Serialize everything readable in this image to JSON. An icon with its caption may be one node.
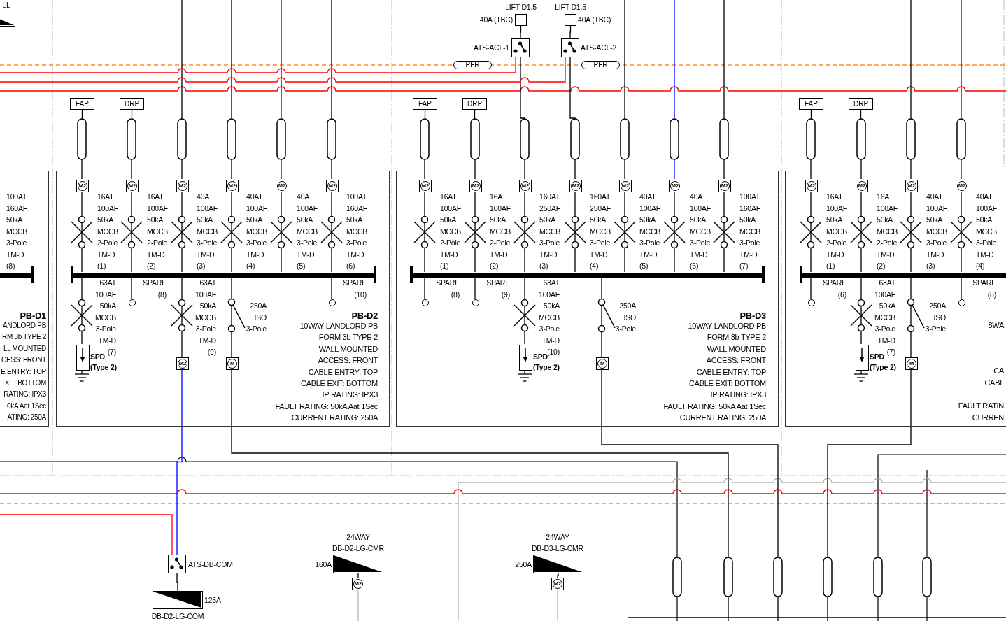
{
  "diagram": {
    "nodes": [
      {
        "text": [
          "PB-D1",
          "ANDLORD PB",
          "RM 3b TYPE 2",
          "LL MOUNTED",
          "CESS: FRONT",
          "E ENTRY: TOP",
          "XIT: BOTTOM",
          "RATING: IPX3",
          "0kA Aat 1Sec",
          "ATING: 250A"
        ]
      },
      {
        "text": [],
        "shape": "bar",
        "in": 0
      },
      {
        "text": [
          "PB-D2",
          "10WAY LANDLORD PB",
          "FORM 3b TYPE 2",
          "WALL MOUNTED",
          "ACCESS: FRONT",
          "CABLE ENTRY: TOP",
          "CABLE EXIT: BOTTOM",
          "IP RATING: IPX3",
          "FAULT RATING: 50kA Aat 1Sec",
          "CURRENT RATING: 250A"
        ]
      },
      {
        "text": [],
        "shape": "bar",
        "in": 2
      },
      {
        "text": [
          "M2"
        ],
        "in": 2
      },
      {
        "text": [
          "M2"
        ],
        "in": 2
      },
      {
        "text": [
          "M2"
        ],
        "in": 2
      },
      {
        "text": [
          "M2"
        ],
        "in": 2
      },
      {
        "text": [
          "M2"
        ],
        "in": 2
      },
      {
        "text": [
          "M2"
        ],
        "in": 2
      },
      {
        "text": [],
        "shape": "box",
        "beside": [
          "SPD (Type 2)"
        ],
        "in": 2
      },
      {
        "text": [
          "M2"
        ],
        "in": 2
      },
      {
        "text": [
          "M"
        ],
        "in": 2
      },
      {
        "text": [
          "PB-D3",
          "10WAY LANDLORD PB",
          "FORM 3b TYPE 2",
          "WALL MOUNTED",
          "ACCESS: FRONT",
          "CABLE ENTRY: TOP",
          "CABLE EXIT: BOTTOM",
          "IP RATING: IPX3",
          "FAULT RATING: 50kA Aat 1Sec",
          "CURRENT RATING: 250A"
        ]
      },
      {
        "text": [],
        "shape": "bar",
        "in": 13
      },
      {
        "text": [
          "M2"
        ],
        "in": 13
      },
      {
        "text": [
          "M2"
        ],
        "in": 13
      },
      {
        "text": [
          "M2"
        ],
        "in": 13
      },
      {
        "text": [
          "M2"
        ],
        "in": 13
      },
      {
        "text": [
          "M2"
        ],
        "in": 13
      },
      {
        "text": [
          "M2"
        ],
        "in": 13
      },
      {
        "text": [
          "M2"
        ],
        "in": 13
      },
      {
        "text": [],
        "shape": "box",
        "beside": [
          "SPD (Type 2)"
        ],
        "in": 13
      },
      {
        "text": [
          "M"
        ],
        "in": 13
      },
      {
        "text": [
          "8WA",
          "CA",
          "CABL",
          "FAULT RATIN",
          "CURREN"
        ]
      },
      {
        "text": [],
        "shape": "bar",
        "in": 24
      },
      {
        "text": [
          "M2"
        ],
        "in": 24
      },
      {
        "text": [
          "M2"
        ],
        "in": 24
      },
      {
        "text": [
          "M2"
        ],
        "in": 24
      },
      {
        "text": [
          "M2"
        ],
        "in": 24
      },
      {
        "text": [],
        "shape": "box",
        "beside": [
          "SPD (Type 2)"
        ],
        "in": 24
      },
      {
        "text": [
          "M"
        ],
        "in": 24
      },
      {
        "text": [
          "FAP"
        ]
      },
      {
        "text": [
          "DRP"
        ]
      },
      {
        "text": [
          "FAP"
        ]
      },
      {
        "text": [
          "DRP"
        ]
      },
      {
        "text": [
          "FAP"
        ]
      },
      {
        "text": [
          "DRP"
        ]
      },
      {
        "text": [
          "PFR"
        ]
      },
      {
        "text": [
          "PFR"
        ]
      },
      {
        "text": [],
        "shape": "box",
        "beside": [
          "LIFT D1.5",
          "40A (TBC)"
        ]
      },
      {
        "text": [],
        "shape": "box",
        "beside": [
          "LIFT D1.5",
          "40A (TBC)"
        ]
      },
      {
        "text": [],
        "shape": "box",
        "beside": [
          "ATS-ACL-1"
        ]
      },
      {
        "text": [],
        "shape": "box",
        "beside": [
          "ATS-ACL-2"
        ]
      },
      {
        "text": [],
        "shape": "box",
        "beside": [
          "ATS-DB-COM"
        ]
      },
      {
        "text": [],
        "shape": "box",
        "beside": [
          "125A",
          "DB-D2-LG-COM"
        ]
      },
      {
        "text": [],
        "shape": "box",
        "beside": [
          "24WAY",
          "DB-D2-LG-CMR",
          "160A"
        ]
      },
      {
        "text": [
          "M2"
        ]
      },
      {
        "text": [],
        "shape": "box",
        "beside": [
          "24WAY",
          "DB-D3-LG-CMR",
          "250A"
        ]
      },
      {
        "text": [
          "M2"
        ]
      },
      {
        "text": [],
        "shape": "box",
        "beside": [
          "-LL"
        ]
      },
      {
        "text": [],
        "shape": "circle",
        "in": 2
      },
      {
        "text": [],
        "shape": "circle",
        "in": 2
      },
      {
        "text": [],
        "shape": "circle",
        "in": 13
      },
      {
        "text": [],
        "shape": "circle",
        "in": 13
      },
      {
        "text": [],
        "shape": "circle",
        "in": 24
      },
      {
        "text": [],
        "shape": "circle",
        "in": 24
      }
    ],
    "edges": [
      {
        "from": 32,
        "to": 4,
        "arrow": "none"
      },
      {
        "from": 33,
        "to": 5,
        "arrow": "none"
      },
      {
        "from": null,
        "to": 6,
        "arrow": "none"
      },
      {
        "from": null,
        "to": 7,
        "arrow": "none"
      },
      {
        "from": null,
        "to": 8,
        "arrow": "none",
        "color": "#0000ff"
      },
      {
        "from": null,
        "to": 9,
        "arrow": "none"
      },
      {
        "from": 4,
        "to": 3,
        "arrow": "none"
      },
      {
        "from": 5,
        "to": 3,
        "arrow": "none"
      },
      {
        "from": 6,
        "to": 3,
        "arrow": "none"
      },
      {
        "from": 7,
        "to": 3,
        "arrow": "none"
      },
      {
        "from": 8,
        "to": 3,
        "arrow": "none"
      },
      {
        "from": 9,
        "to": 3,
        "arrow": "none"
      },
      {
        "from": 3,
        "to": 10,
        "arrow": "none"
      },
      {
        "from": 3,
        "to": 51,
        "arrow": "none"
      },
      {
        "from": 3,
        "to": 11,
        "arrow": "none"
      },
      {
        "from": 3,
        "to": 12,
        "arrow": "none"
      },
      {
        "from": 3,
        "to": 52,
        "arrow": "none"
      },
      {
        "from": 11,
        "to": 44,
        "arrow": "none",
        "color": "#0000ff"
      },
      {
        "from": 12,
        "to": null,
        "arrow": "none"
      },
      {
        "from": 34,
        "to": 15,
        "arrow": "none"
      },
      {
        "from": 35,
        "to": 16,
        "arrow": "none"
      },
      {
        "from": 42,
        "to": 17,
        "arrow": "none"
      },
      {
        "from": 43,
        "to": 18,
        "arrow": "none"
      },
      {
        "from": null,
        "to": 19,
        "arrow": "none"
      },
      {
        "from": null,
        "to": 20,
        "arrow": "none",
        "color": "#0000ff"
      },
      {
        "from": null,
        "to": 21,
        "arrow": "none"
      },
      {
        "from": 15,
        "to": 14,
        "arrow": "none"
      },
      {
        "from": 16,
        "to": 14,
        "arrow": "none"
      },
      {
        "from": 17,
        "to": 14,
        "arrow": "none"
      },
      {
        "from": 18,
        "to": 14,
        "arrow": "none"
      },
      {
        "from": 19,
        "to": 14,
        "arrow": "none"
      },
      {
        "from": 20,
        "to": 14,
        "arrow": "none"
      },
      {
        "from": 21,
        "to": 14,
        "arrow": "none"
      },
      {
        "from": 14,
        "to": 53,
        "arrow": "none"
      },
      {
        "from": 14,
        "to": 54,
        "arrow": "none"
      },
      {
        "from": 14,
        "to": 22,
        "arrow": "none"
      },
      {
        "from": 14,
        "to": 23,
        "arrow": "none"
      },
      {
        "from": 23,
        "to": null,
        "arrow": "none"
      },
      {
        "from": 36,
        "to": 26,
        "arrow": "none"
      },
      {
        "from": 37,
        "to": 27,
        "arrow": "none"
      },
      {
        "from": null,
        "to": 28,
        "arrow": "none"
      },
      {
        "from": null,
        "to": 29,
        "arrow": "none",
        "color": "#0000ff"
      },
      {
        "from": 26,
        "to": 25,
        "arrow": "none"
      },
      {
        "from": 27,
        "to": 25,
        "arrow": "none"
      },
      {
        "from": 28,
        "to": 25,
        "arrow": "none"
      },
      {
        "from": 29,
        "to": 25,
        "arrow": "none"
      },
      {
        "from": 25,
        "to": 55,
        "arrow": "none"
      },
      {
        "from": 25,
        "to": 30,
        "arrow": "none"
      },
      {
        "from": 25,
        "to": 31,
        "arrow": "none"
      },
      {
        "from": 25,
        "to": 56,
        "arrow": "none"
      },
      {
        "from": 31,
        "to": null,
        "arrow": "none"
      },
      {
        "from": null,
        "to": 42,
        "arrow": "none",
        "color": "#ff0000"
      },
      {
        "from": null,
        "to": 43,
        "arrow": "none",
        "color": "#ff0000"
      },
      {
        "from": 42,
        "to": 40,
        "arrow": "none"
      },
      {
        "from": 43,
        "to": 41,
        "arrow": "none"
      },
      {
        "from": null,
        "to": 44,
        "arrow": "none",
        "color": "#ff0000"
      },
      {
        "from": 44,
        "to": 45,
        "arrow": "none"
      },
      {
        "from": 46,
        "to": 47,
        "arrow": "none"
      },
      {
        "from": 47,
        "to": null,
        "arrow": "none",
        "color": "#b4b4b4"
      },
      {
        "from": 48,
        "to": 49,
        "arrow": "none"
      },
      {
        "from": 49,
        "to": null,
        "arrow": "none",
        "color": "#b4b4b4"
      }
    ],
    "labels": [
      "100AT 160AF 50kA MCCB 3-Pole TM-D (8)",
      "16AT 100AF 50kA MCCB 2-Pole TM-D (1)",
      "16AT 100AF 50kA MCCB 2-Pole TM-D (2)",
      "40AT 100AF 50kA MCCB 3-Pole TM-D (3)",
      "40AT 100AF 50kA MCCB 3-Pole TM-D (4)",
      "40AT 100AF 50kA MCCB 3-Pole TM-D (5)",
      "100AT 160AF 50kA MCCB 3-Pole TM-D (6)",
      "16AT 100AF 50kA MCCB 2-Pole TM-D (1)",
      "16AT 100AF 50kA MCCB 2-Pole TM-D (2)",
      "160AT 250AF 50kA MCCB 3-Pole TM-D (3)",
      "160AT 250AF 50kA MCCB 3-Pole TM-D (4)",
      "40AT 100AF 50kA MCCB 3-Pole TM-D (5)",
      "40AT 100AF 50kA MCCB 3-Pole TM-D (6)",
      "100AT 160AF 50kA MCCB 3-Pole TM-D (7)",
      "16AT 100AF 50kA MCCB 2-Pole TM-D (1)",
      "16AT 100AF 50kA MCCB 2-Pole TM-D (2)",
      "40AT 100AF 50kA MCCB 3-Pole TM-D (3)",
      "40AT 100AF 50kA MCCB 3-Pole TM-D (4)",
      "63AT 100AF 50kA MCCB 3-Pole TM-D (7)",
      "SPARE (8)",
      "63AT 100AF 50kA MCCB 3-Pole TM-D (9)",
      "250A ISO 3-Pole",
      "SPARE (10)",
      "SPARE (8)",
      "SPARE (9)",
      "63AT 100AF 50kA MCCB 3-Pole TM-D (10)",
      "250A ISO 3-Pole",
      "SPARE (6)",
      "63AT 100AF 50kA MCCB 3-Pole TM-D (7)",
      "250A ISO 3-Pole",
      "SPARE (8)"
    ]
  }
}
